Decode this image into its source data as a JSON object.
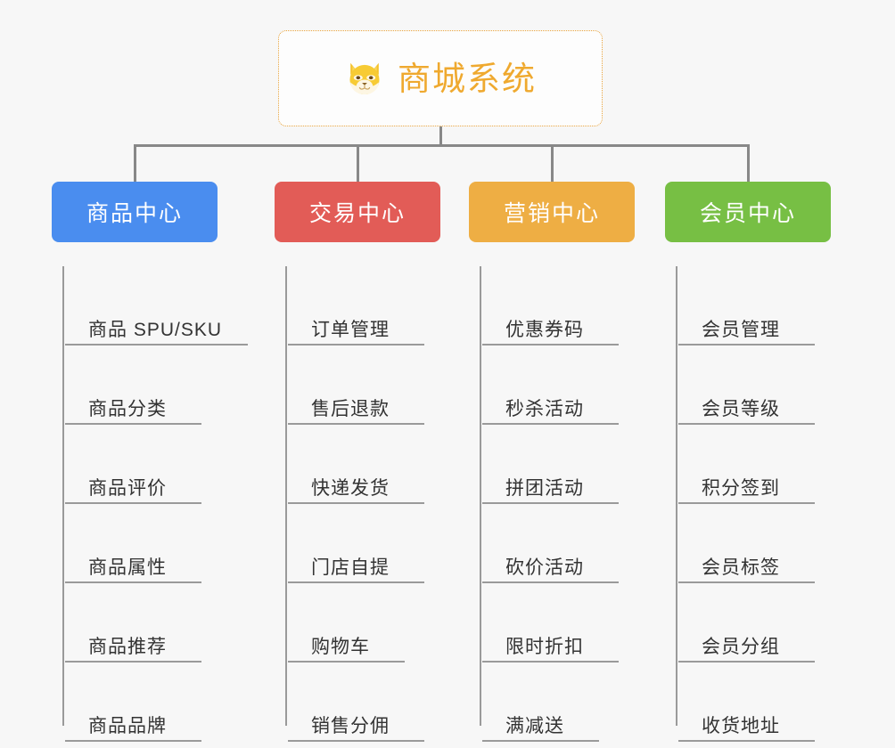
{
  "diagram": {
    "type": "mind-map",
    "background_color": "#f7f7f7",
    "connector_color": "#888888",
    "root": {
      "title": "商城系统",
      "icon": "shiba-dog-face-icon",
      "text_color": "#efa92f",
      "border_color": "#e8a33d",
      "background_color": "#fdfdfd"
    },
    "branches": [
      {
        "label": "商品中心",
        "color": "#4a8def",
        "items": [
          "商品 SPU/SKU",
          "商品分类",
          "商品评价",
          "商品属性",
          "商品推荐",
          "商品品牌"
        ]
      },
      {
        "label": "交易中心",
        "color": "#e25c57",
        "items": [
          "订单管理",
          "售后退款",
          "快递发货",
          "门店自提",
          "购物车",
          "销售分佣"
        ]
      },
      {
        "label": "营销中心",
        "color": "#eeae44",
        "items": [
          "优惠券码",
          "秒杀活动",
          "拼团活动",
          "砍价活动",
          "限时折扣",
          "满减送"
        ]
      },
      {
        "label": "会员中心",
        "color": "#77bf44",
        "items": [
          "会员管理",
          "会员等级",
          "积分签到",
          "会员标签",
          "会员分组",
          "收货地址"
        ]
      }
    ]
  }
}
